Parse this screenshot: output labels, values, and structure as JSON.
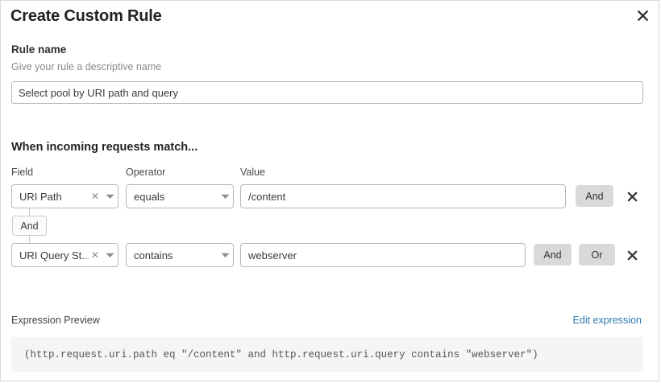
{
  "dialog": {
    "title": "Create Custom Rule",
    "close_icon": "close-icon"
  },
  "rule_name": {
    "label": "Rule name",
    "helper": "Give your rule a descriptive name",
    "value": "Select pool by URI path and query",
    "placeholder": "Select pool by URI path and query"
  },
  "conditions": {
    "heading": "When incoming requests match...",
    "columns": {
      "field": "Field",
      "operator": "Operator",
      "value": "Value"
    },
    "connector": {
      "label": "And"
    },
    "rows": [
      {
        "field": "URI Path",
        "operator": "equals",
        "value": "/content",
        "logic_buttons": [
          "And"
        ],
        "clear_icon": "clear-icon",
        "caret_icon": "chevron-down-icon",
        "delete_icon": "delete-icon"
      },
      {
        "field": "URI Query St...",
        "operator": "contains",
        "value": "webserver",
        "logic_buttons": [
          "And",
          "Or"
        ],
        "clear_icon": "clear-icon",
        "caret_icon": "chevron-down-icon",
        "delete_icon": "delete-icon"
      }
    ]
  },
  "expression_preview": {
    "label": "Expression Preview",
    "edit_link": "Edit expression",
    "code": "(http.request.uri.path eq \"/content\" and http.request.uri.query contains \"webserver\")"
  },
  "colors": {
    "link": "#2c7cb0",
    "button_bg": "#d8d9da",
    "code_bg": "#f5f5f5",
    "border": "#b6b6b6"
  }
}
